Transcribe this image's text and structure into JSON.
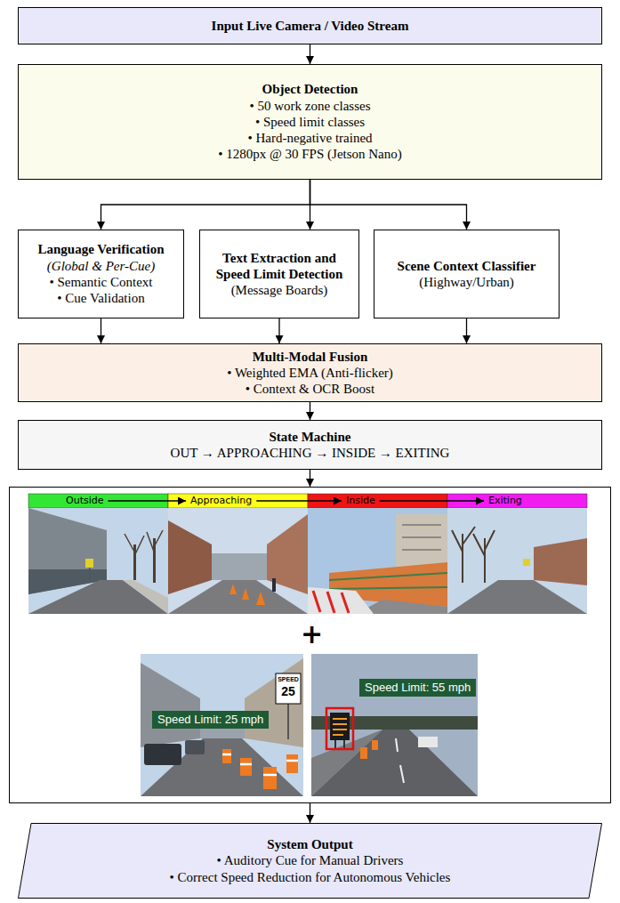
{
  "diagram": {
    "nodes": [
      {
        "text": [
          "Input Live Camera / Video Stream"
        ]
      },
      {
        "text": [
          "Object Detection",
          "• 50 work zone classes",
          "• Speed limit classes",
          "• Hard-negative trained",
          "• 1280px @ 30 FPS (Jetson Nano)"
        ]
      },
      {
        "text": [
          "Language Verification",
          "(Global & Per-Cue)",
          "• Semantic Context",
          "• Cue Validation"
        ]
      },
      {
        "text": [
          "Text Extraction and Speed Limit Detection",
          "(Message Boards)"
        ]
      },
      {
        "text": [
          "Scene Context Classifier",
          "(Highway/Urban)"
        ]
      },
      {
        "text": [
          "Multi-Modal Fusion",
          "• Weighted EMA (Anti-flicker)",
          "• Context & OCR Boost"
        ]
      },
      {
        "text": [
          "State Machine",
          "OUT → APPROACHING → INSIDE → EXITING"
        ]
      },
      {
        "text": [
          "+"
        ]
      },
      {
        "text": [
          "Outside"
        ],
        "in": 7
      },
      {
        "text": [
          "Approaching"
        ],
        "in": 7
      },
      {
        "text": [
          "Inside"
        ],
        "in": 7
      },
      {
        "text": [
          "Exiting"
        ],
        "in": 7
      },
      {
        "text": [
          "Speed Limit: 25 mph"
        ],
        "in": 7
      },
      {
        "text": [
          "Speed Limit: 55 mph"
        ],
        "in": 7
      },
      {
        "text": [
          "System Output",
          "• Auditory Cue for Manual Drivers",
          "• Correct Speed Reduction for Autonomous Vehicles"
        ]
      }
    ],
    "edges": [
      {
        "from": 0,
        "to": 1,
        "arrow": "to"
      },
      {
        "from": 1,
        "to": 2,
        "arrow": "to"
      },
      {
        "from": 1,
        "to": 3,
        "arrow": "to"
      },
      {
        "from": 1,
        "to": 4,
        "arrow": "to"
      },
      {
        "from": 2,
        "to": 5,
        "arrow": "to"
      },
      {
        "from": 3,
        "to": 5,
        "arrow": "to"
      },
      {
        "from": 4,
        "to": 5,
        "arrow": "to"
      },
      {
        "from": 5,
        "to": 6,
        "arrow": "to"
      },
      {
        "from": 6,
        "to": 7,
        "arrow": "to"
      },
      {
        "from": 7,
        "to": 14,
        "arrow": "to"
      },
      {
        "from": 8,
        "to": 9,
        "arrow": "to"
      },
      {
        "from": 9,
        "to": 10,
        "arrow": "to"
      },
      {
        "from": 10,
        "to": 11,
        "arrow": "to"
      }
    ],
    "labels": [
      "SPEED",
      "25"
    ]
  }
}
